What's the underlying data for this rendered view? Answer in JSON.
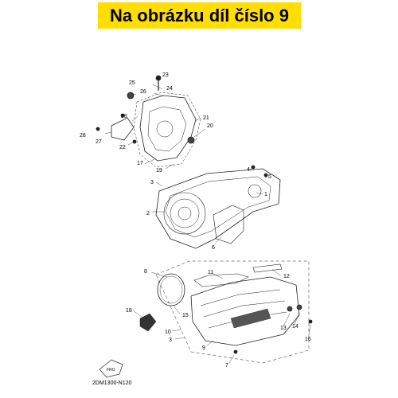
{
  "header": {
    "title": "Na obrázku díl číslo 9",
    "bg_color": "#ffde00"
  },
  "diagram": {
    "callouts": [
      "1",
      "2",
      "3",
      "4",
      "5",
      "6",
      "7",
      "8",
      "9",
      "10",
      "11",
      "12",
      "13",
      "14",
      "15",
      "16",
      "17",
      "18",
      "19",
      "20",
      "21",
      "22",
      "23",
      "24",
      "25",
      "26",
      "27",
      "28"
    ],
    "front_marker": "FRO",
    "part_code": "2DM1300-N120"
  }
}
